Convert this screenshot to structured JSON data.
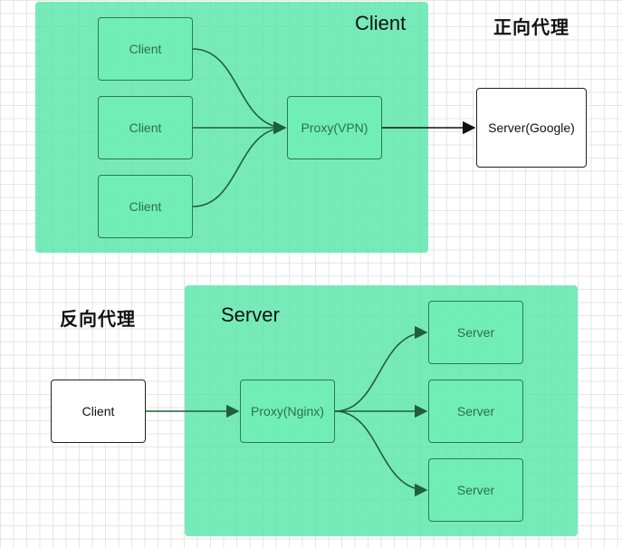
{
  "forward": {
    "region_title": "Client",
    "heading": "正向代理",
    "clients": [
      "Client",
      "Client",
      "Client"
    ],
    "proxy": "Proxy(VPN)",
    "server": "Server(Google)"
  },
  "reverse": {
    "region_title": "Server",
    "heading": "反向代理",
    "client": "Client",
    "proxy": "Proxy(Nginx)",
    "servers": [
      "Server",
      "Server",
      "Server"
    ]
  },
  "colors": {
    "region_fill": "#50e6a5",
    "node_border": "#2a7a53",
    "node_text": "#2a6f4e",
    "edge_dark": "#1f5f3f",
    "edge_black": "#111111"
  }
}
